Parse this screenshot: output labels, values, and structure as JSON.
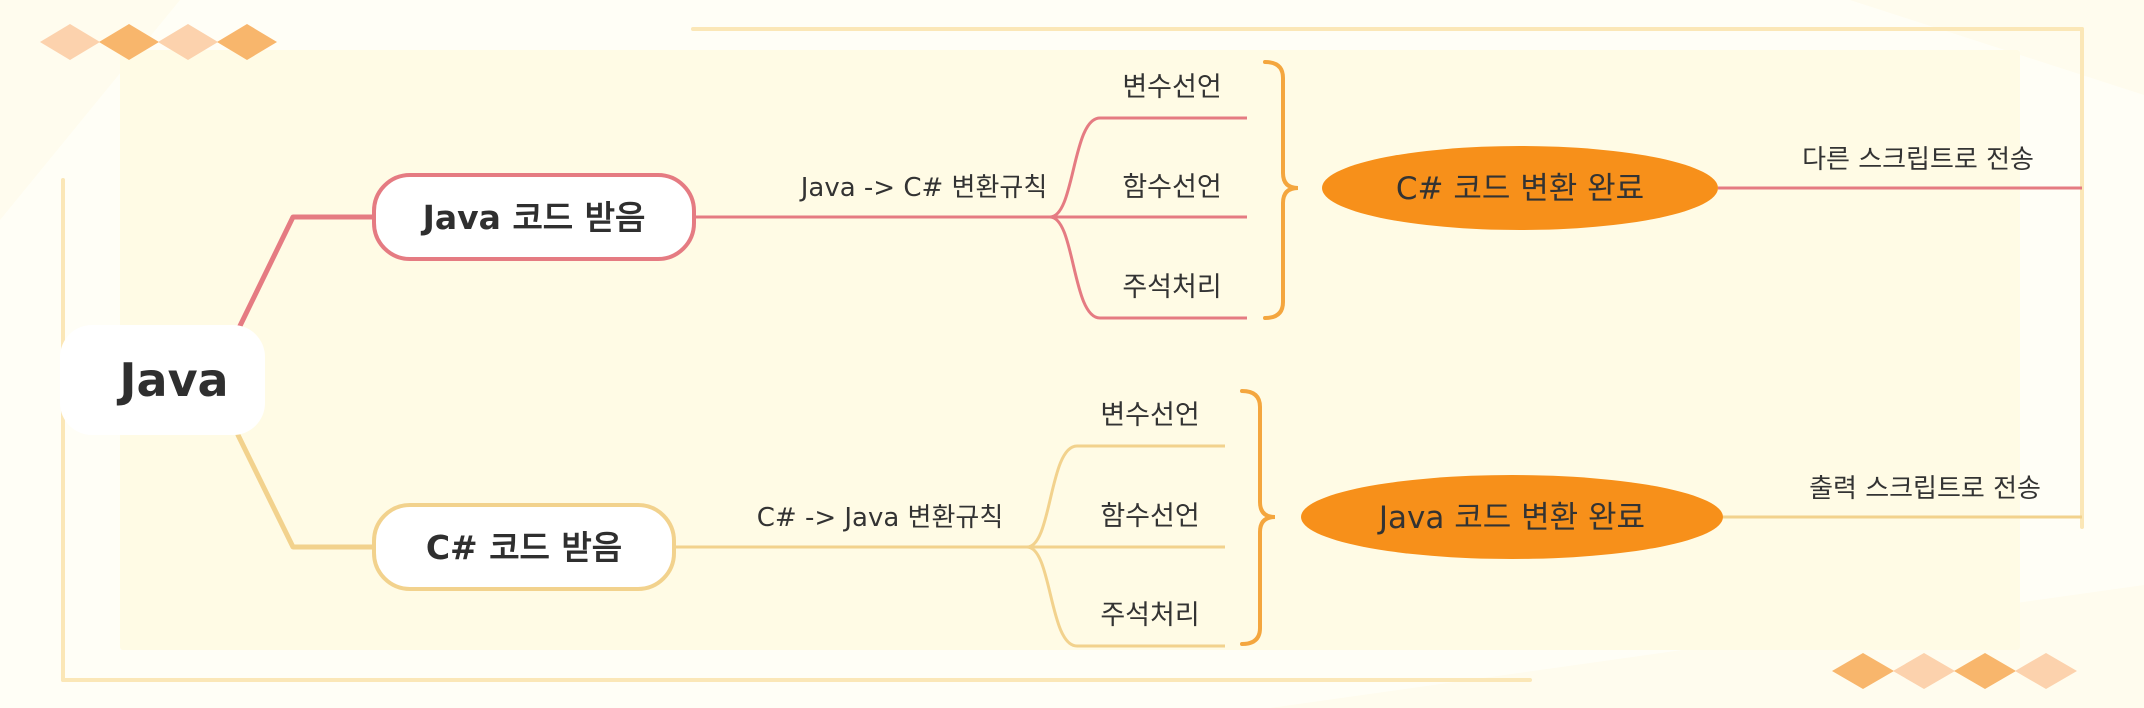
{
  "root": {
    "label": "Java"
  },
  "branches": [
    {
      "topic": "Java 코드 받음",
      "rule": "Java -> C# 변환규칙",
      "items": [
        "변수선언",
        "함수선언",
        "주석처리"
      ],
      "result": "C# 코드 변환 완료",
      "send": "다른 스크립트로 전송",
      "color": "#e57b82"
    },
    {
      "topic": "C# 코드 받음",
      "rule": "C# -> Java 변환규칙",
      "items": [
        "변수선언",
        "함수선언",
        "주석처리"
      ],
      "result": "Java 코드 변환 완료",
      "send": "출력 스크립트로 전송",
      "color": "#f2d28d"
    }
  ],
  "colors": {
    "page_background": "#fffef6",
    "panel": "#fffbe5",
    "frame": "#fbe7b7",
    "brace": "#f4a63e",
    "result_fill": "#f7901a",
    "ornament_dark": "#f8b66c",
    "ornament_light": "#fcd2ad"
  }
}
